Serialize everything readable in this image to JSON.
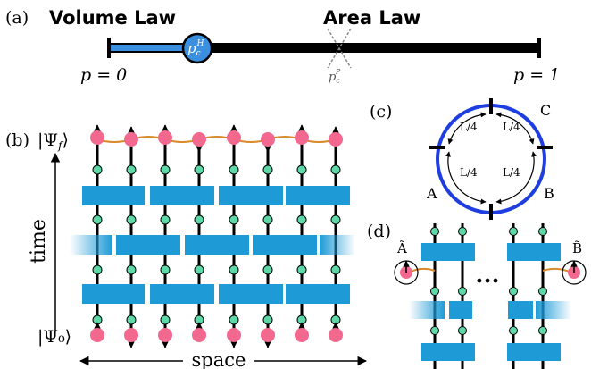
{
  "panel_a": {
    "label": "(a)",
    "volume_law": "Volume Law",
    "area_law": "Area Law",
    "p_start": "p = 0",
    "p_end": "p = 1",
    "pc_hybrid_base": "p",
    "pc_hybrid_sub": "c",
    "pc_hybrid_sup": "H",
    "pc_pure_base": "p",
    "pc_pure_sub": "c",
    "pc_pure_sup": "P",
    "colors": {
      "volume_segment": "#3b8fe0",
      "area_segment": "#000000",
      "critical_point": "#3b8fe0"
    }
  },
  "panel_b": {
    "label": "(b)",
    "final_state": "|Ψ_f⟩",
    "initial_state": "|Ψ₀⟩",
    "time_axis": "time",
    "space_axis": "space",
    "colors": {
      "qubit": "#f2688f",
      "gate": "#1e9ad6",
      "measurement": "#5fd8a8",
      "entangling_link": "#d98a2b"
    }
  },
  "panel_c": {
    "label": "(c)",
    "regions": [
      "A",
      "B",
      "C"
    ],
    "quarter_label": "L/4",
    "colors": {
      "ring": "#1e3ee0"
    }
  },
  "panel_d": {
    "label": "(d)",
    "left_ancilla": "Ã",
    "right_ancilla": "B̃",
    "ellipsis": "..."
  }
}
